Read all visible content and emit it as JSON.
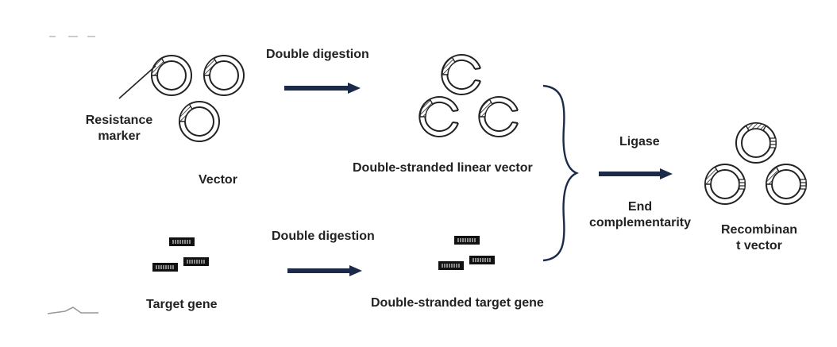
{
  "labels": {
    "resistance_marker_line1": "Resistance",
    "resistance_marker_line2": "marker",
    "vector": "Vector",
    "double_digestion_top": "Double digestion",
    "double_digestion_bottom": "Double digestion",
    "linear_vector": "Double-stranded linear vector",
    "target_gene": "Target gene",
    "target_gene_ds": "Double-stranded target gene",
    "ligase": "Ligase",
    "end_line1": "End",
    "end_line2": "complementarity",
    "recombinant_line1": "Recombinan",
    "recombinant_line2": "t vector"
  },
  "colors": {
    "arrow": "#1c2a4a",
    "stroke": "#222222",
    "text": "#222222"
  },
  "icons": {
    "circular_plasmid": "plasmid-icon",
    "linear_plasmid": "open-plasmid-icon",
    "gene_fragment": "gene-fragment-icon",
    "brace": "curly-brace-icon"
  }
}
